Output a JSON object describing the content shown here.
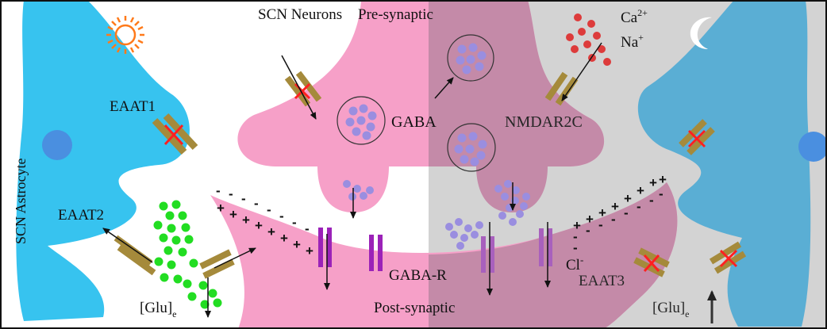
{
  "labels": {
    "scn_neurons": "SCN Neurons",
    "pre_synaptic": "Pre-synaptic",
    "ca": "Ca",
    "ca_sup": "2+",
    "na": "Na",
    "na_sup": "+",
    "scn_astrocyte": "SCN Astrocyte",
    "eaat1": "EAAT1",
    "gaba": "GABA",
    "nmdar2c": "NMDAR2C",
    "eaat2": "EAAT2",
    "gaba_r": "GABA-R",
    "cl": "Cl",
    "cl_sup": "-",
    "eaat3": "EAAT3",
    "glu_left": "[Glu]",
    "glu_left_sub": "e",
    "post_synaptic": "Post-synaptic",
    "glu_right": "[Glu]",
    "glu_right_sub": "e"
  },
  "icons": [
    "sun-icon",
    "moon-icon"
  ],
  "colors": {
    "day_background": "#ffffff",
    "night_background": "#d3d3d3",
    "astrocyte_day": "#37c3ef",
    "astrocyte_night": "#5aaed4",
    "nucleus": "#4a8fe0",
    "neuron_pink": "#f6a0c8",
    "neuron_pink_night": "#c48aa8",
    "vesicle": "#9a8ee0",
    "glutamate": "#22dd22",
    "ions": "#dd3b3b",
    "transporter": "#a58a3b",
    "receptor": "#9b22b8",
    "sun": "#ff7a1a",
    "inhibition_mark": "#ff2020"
  }
}
